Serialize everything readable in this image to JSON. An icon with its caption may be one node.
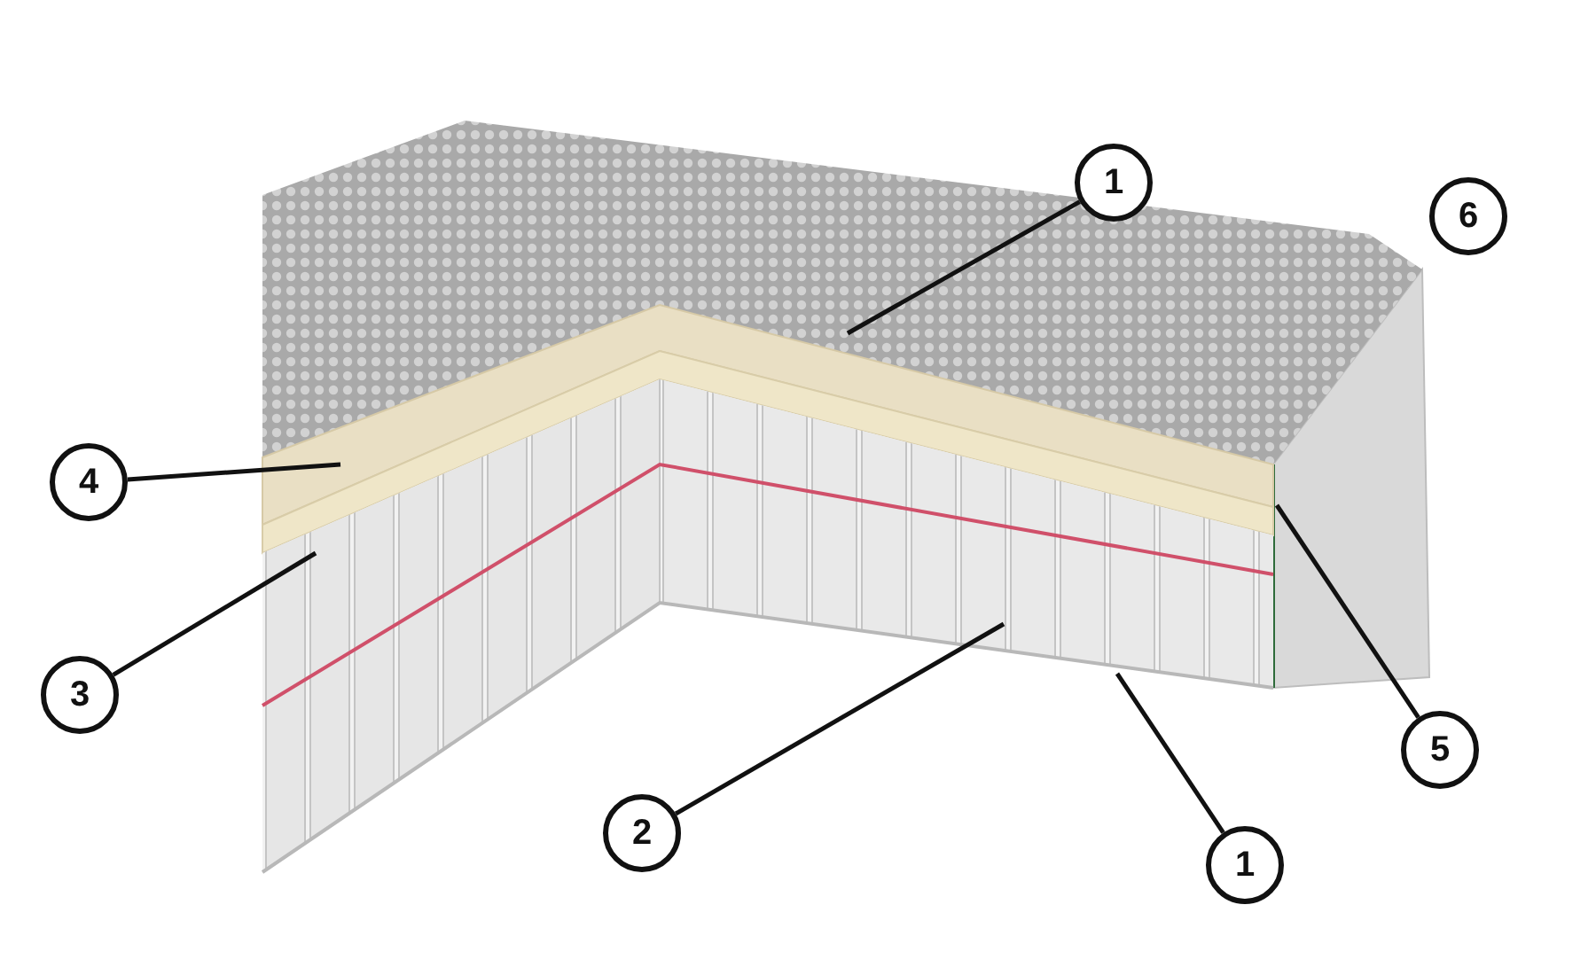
{
  "diagram": {
    "nodes": [
      {
        "text": [
          "1"
        ]
      },
      {
        "text": [
          "6"
        ]
      },
      {
        "text": [
          "4"
        ]
      },
      {
        "text": [
          "3"
        ]
      },
      {
        "text": [
          "5"
        ]
      },
      {
        "text": [
          "2"
        ]
      },
      {
        "text": [
          "1"
        ]
      }
    ],
    "edges": [
      {
        "from": 0,
        "to": null,
        "arrow": "none"
      },
      {
        "from": 2,
        "to": null,
        "arrow": "none"
      },
      {
        "from": 3,
        "to": null,
        "arrow": "none"
      },
      {
        "from": 4,
        "to": null,
        "arrow": "none"
      },
      {
        "from": 5,
        "to": null,
        "arrow": "none"
      },
      {
        "from": 6,
        "to": null,
        "arrow": "none"
      }
    ]
  }
}
